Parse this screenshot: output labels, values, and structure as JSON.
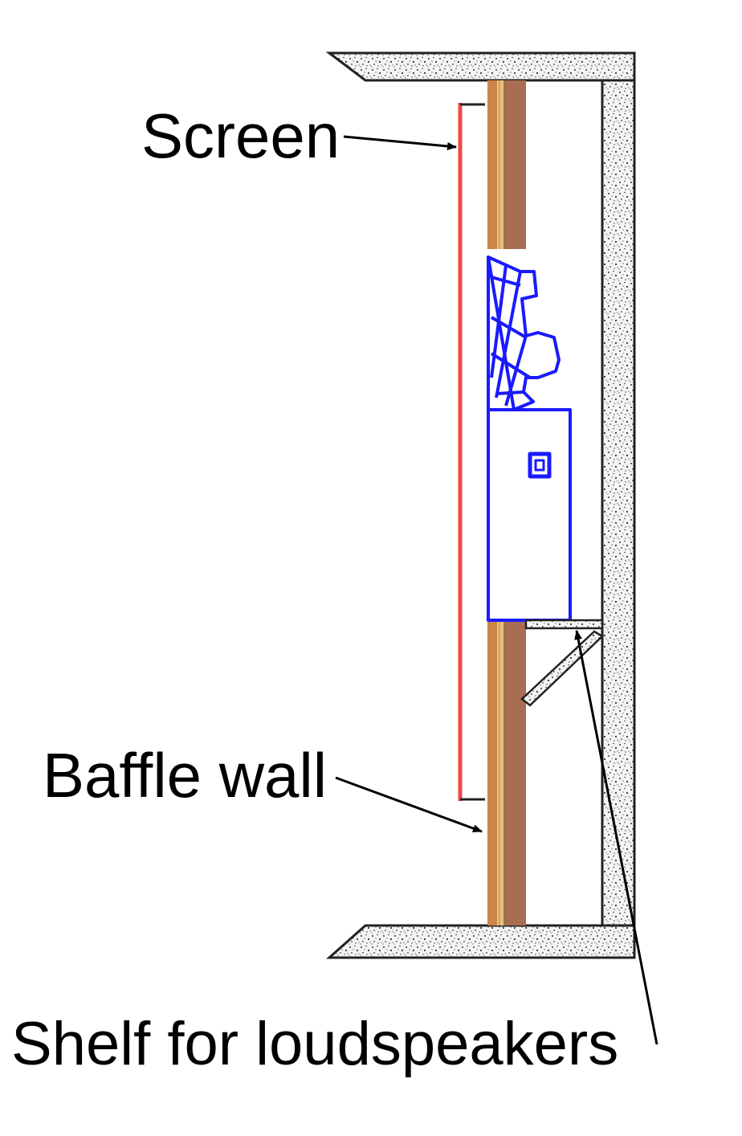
{
  "labels": {
    "screen": "Screen",
    "baffle_wall": "Baffle wall",
    "shelf": "Shelf for loudspeakers"
  },
  "colors": {
    "concrete_fill": "#f4f4f4",
    "concrete_outline": "#222222",
    "baffle_outer": "#cc8448",
    "baffle_inner": "#a76e51",
    "baffle_core": "#e8c27a",
    "screen": "#f04848",
    "loudspeaker": "#1a1aff",
    "leader": "#000000"
  }
}
